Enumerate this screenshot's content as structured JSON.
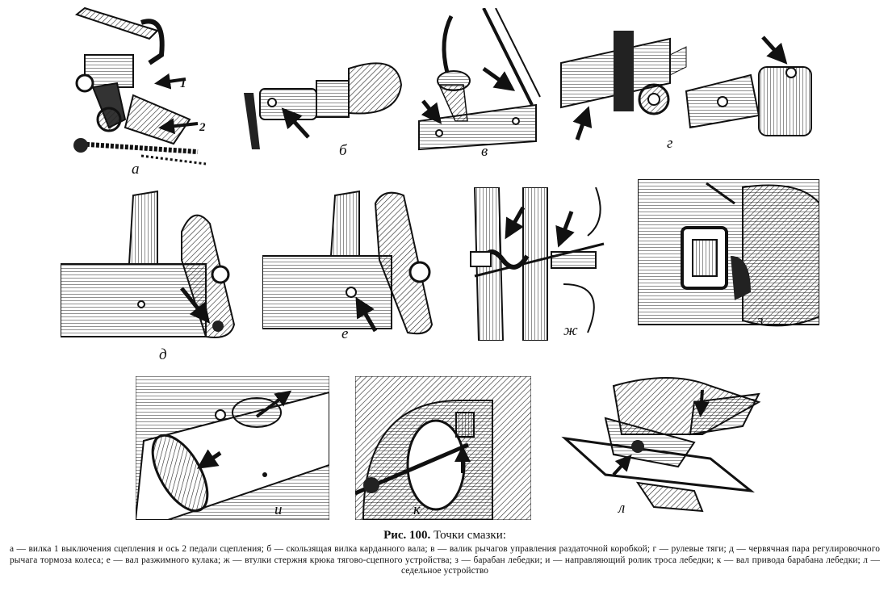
{
  "figure": {
    "label": "Рис. 100.",
    "title": "Точки смазки:",
    "caption": "а — вилка 1 выключения сцепления и ось 2 педали сцепления; б — скользящая вилка карданного вала; в — валик рычагов управления раздаточной коробкой; г — рулевые тяги; д — червячная пара регулировочного рычага тормоза колеса; е — вал разжимного кулака; ж — втулки стержня крюка тягово-сцепного устройства; з — барабан лебедки; и — направляющий ролик троса лебедки; к — вал привода барабана лебедки; л — седельное устройство"
  },
  "panels": [
    {
      "letter": "а",
      "callouts": [
        "1",
        "2"
      ]
    },
    {
      "letter": "б"
    },
    {
      "letter": "в"
    },
    {
      "letter": "г"
    },
    {
      "letter": "д"
    },
    {
      "letter": "е"
    },
    {
      "letter": "ж"
    },
    {
      "letter": "з"
    },
    {
      "letter": "и"
    },
    {
      "letter": "к"
    },
    {
      "letter": "л"
    }
  ]
}
